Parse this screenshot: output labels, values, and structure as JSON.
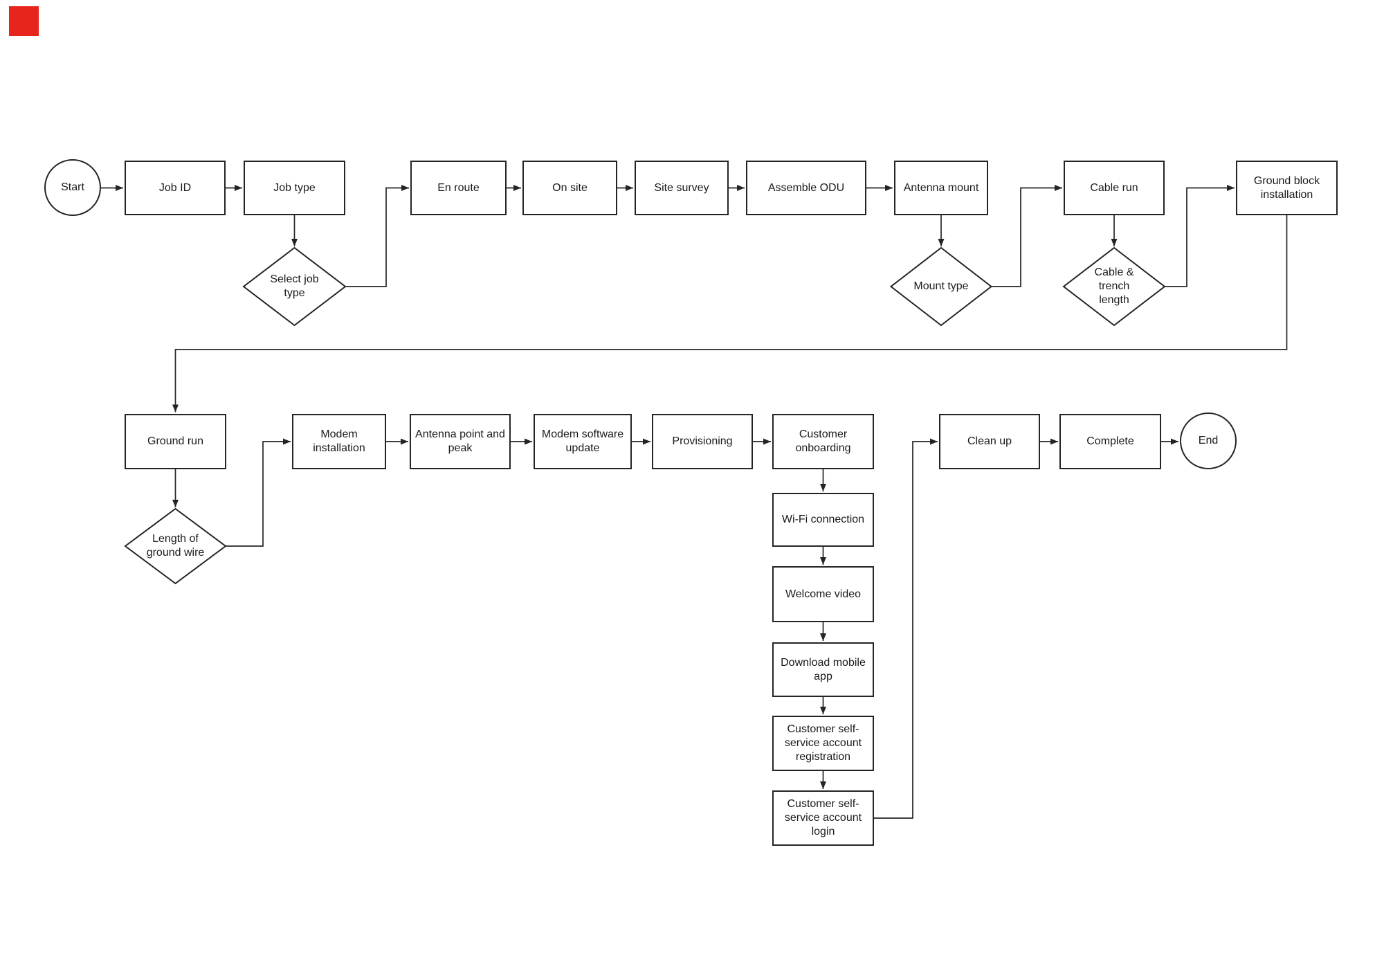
{
  "marker": {
    "color": "#e8251c"
  },
  "palette": {
    "background": "#ffffff",
    "shape_border": "#242424",
    "connector": "#242424",
    "text": "#1a1a1a"
  },
  "diagram": {
    "nodes": {
      "start": "Start",
      "job_id": "Job ID",
      "job_type": "Job type",
      "select_job_type": "Select job type",
      "en_route": "En route",
      "on_site": "On site",
      "site_survey": "Site survey",
      "assemble_odu": "Assemble ODU",
      "antenna_mount": "Antenna mount",
      "mount_type": "Mount type",
      "cable_run": "Cable run",
      "cable_trench_length": "Cable & trench length",
      "ground_block_installation": "Ground block installation",
      "ground_run": "Ground run",
      "length_of_ground_wire": "Length of ground wire",
      "modem_installation": "Modem installation",
      "antenna_point_and_peak": "Antenna point and peak",
      "modem_software_update": "Modem software update",
      "provisioning": "Provisioning",
      "customer_onboarding": "Customer onboarding",
      "wifi_connection": "Wi-Fi connection",
      "welcome_video": "Welcome video",
      "download_mobile_app": "Download mobile app",
      "customer_self_service_account_registration": "Customer self-service account registration",
      "customer_self_service_account_login": "Customer self-service account login",
      "clean_up": "Clean up",
      "complete": "Complete",
      "end": "End"
    },
    "edges": [
      {
        "from": "Start",
        "to": "Job ID"
      },
      {
        "from": "Job ID",
        "to": "Job type"
      },
      {
        "from": "Job type",
        "to": "Select job type"
      },
      {
        "from": "Select job type",
        "to": "En route"
      },
      {
        "from": "En route",
        "to": "On site"
      },
      {
        "from": "On site",
        "to": "Site survey"
      },
      {
        "from": "Site survey",
        "to": "Assemble ODU"
      },
      {
        "from": "Assemble ODU",
        "to": "Antenna mount"
      },
      {
        "from": "Antenna mount",
        "to": "Mount type"
      },
      {
        "from": "Mount type",
        "to": "Cable run"
      },
      {
        "from": "Cable run",
        "to": "Cable & trench length"
      },
      {
        "from": "Cable & trench length",
        "to": "Ground block installation"
      },
      {
        "from": "Ground block installation",
        "to": "Ground run"
      },
      {
        "from": "Ground run",
        "to": "Length of ground wire"
      },
      {
        "from": "Length of ground wire",
        "to": "Modem installation"
      },
      {
        "from": "Modem installation",
        "to": "Antenna point and peak"
      },
      {
        "from": "Antenna point and peak",
        "to": "Modem software update"
      },
      {
        "from": "Modem software update",
        "to": "Provisioning"
      },
      {
        "from": "Provisioning",
        "to": "Customer onboarding"
      },
      {
        "from": "Customer onboarding",
        "to": "Wi-Fi connection"
      },
      {
        "from": "Wi-Fi connection",
        "to": "Welcome video"
      },
      {
        "from": "Welcome video",
        "to": "Download mobile app"
      },
      {
        "from": "Download mobile app",
        "to": "Customer self-service account registration"
      },
      {
        "from": "Customer self-service account registration",
        "to": "Customer self-service account login"
      },
      {
        "from": "Customer self-service account login",
        "to": "Clean up"
      },
      {
        "from": "Clean up",
        "to": "Complete"
      },
      {
        "from": "Complete",
        "to": "End"
      }
    ]
  }
}
